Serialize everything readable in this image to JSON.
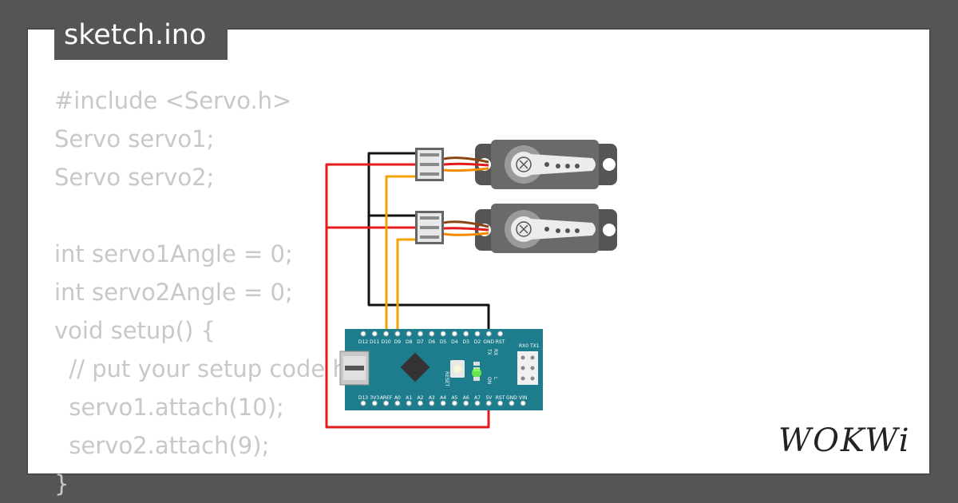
{
  "tab": {
    "filename": "sketch.ino"
  },
  "code_lines": [
    "#include <Servo.h>",
    "Servo servo1;",
    "Servo servo2;",
    "",
    "int servo1Angle = 0;",
    "int servo2Angle = 0;",
    "void setup() {",
    "  // put your setup code here, to run once:",
    "  servo1.attach(10);",
    "  servo2.attach(9);",
    "}"
  ],
  "board": {
    "top_pins": [
      "D12",
      "D11",
      "D10",
      "D9",
      "D8",
      "D7",
      "D6",
      "D5",
      "D4",
      "D3",
      "D2",
      "GND",
      "RST"
    ],
    "bottom_pins": [
      "D13",
      "3V3",
      "AREF",
      "A0",
      "A1",
      "A2",
      "A3",
      "A4",
      "A5",
      "A6",
      "A7",
      "5V",
      "RST",
      "GND",
      "VIN"
    ],
    "header_labels": [
      "RX0",
      "TX1"
    ],
    "led_labels": [
      "TX",
      "RX",
      "ON",
      "L"
    ],
    "reset_label": "RESET"
  },
  "logo": {
    "text": "WOKWi"
  },
  "colors": {
    "board": "#1d7d8c",
    "wire_red": "#e31b1b",
    "wire_black": "#111111",
    "wire_orange": "#f4a300",
    "servo_body": "#555555",
    "horn": "#ececec",
    "code_text": "#c8c8c8",
    "page_bg": "#555555"
  }
}
